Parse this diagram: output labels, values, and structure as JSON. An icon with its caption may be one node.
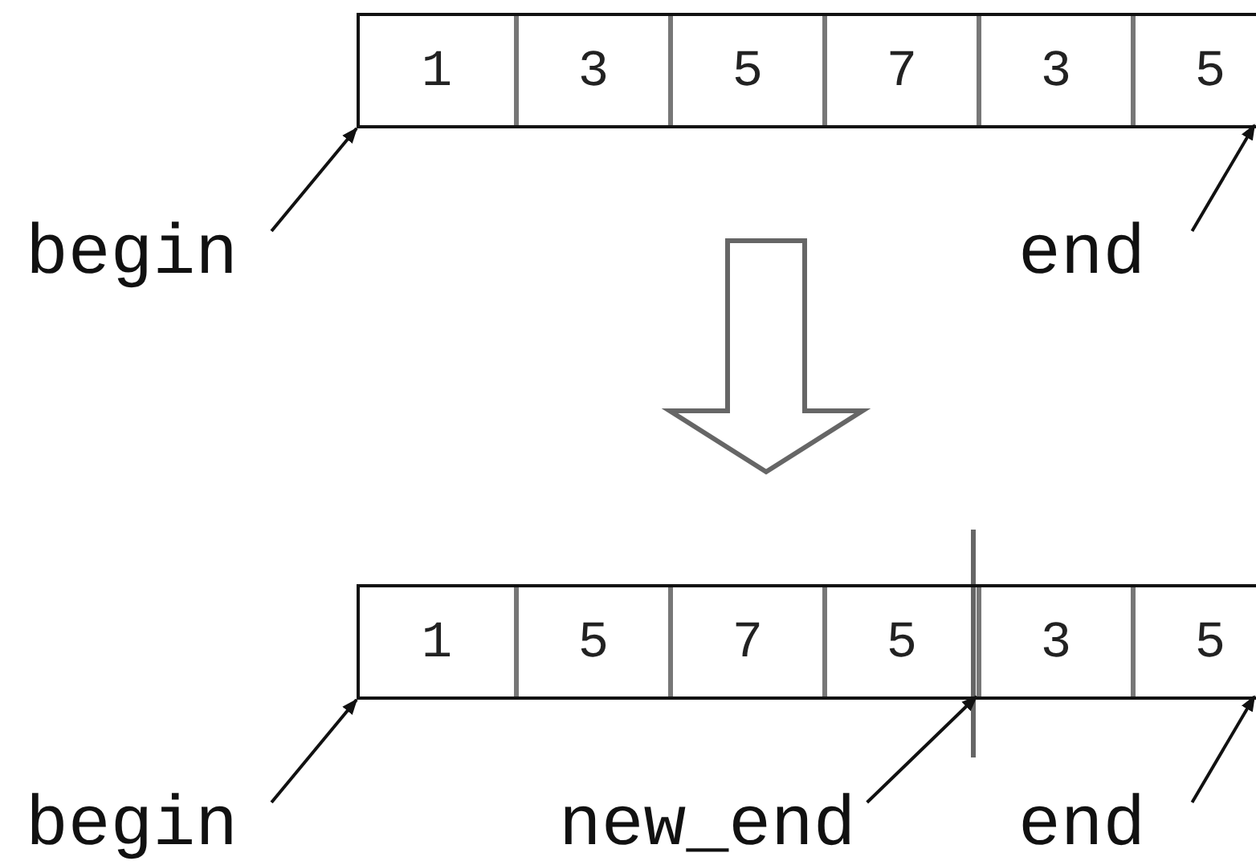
{
  "diagram": {
    "nodes": [
      {
        "text": [],
        "shape": "box"
      },
      {
        "text": [
          "1"
        ],
        "in": 0
      },
      {
        "text": [
          "3"
        ],
        "in": 0
      },
      {
        "text": [
          "5"
        ],
        "in": 0
      },
      {
        "text": [
          "7"
        ],
        "in": 0
      },
      {
        "text": [
          "3"
        ],
        "in": 0
      },
      {
        "text": [
          "5"
        ],
        "in": 0
      },
      {
        "text": [],
        "shape": "box"
      },
      {
        "text": [
          "1"
        ],
        "in": 7
      },
      {
        "text": [
          "5"
        ],
        "in": 7
      },
      {
        "text": [
          "7"
        ],
        "in": 7
      },
      {
        "text": [
          "5"
        ],
        "in": 7
      },
      {
        "text": [
          "3"
        ],
        "in": 7
      },
      {
        "text": [
          "5"
        ],
        "in": 7
      },
      {
        "text": [
          "begin"
        ]
      },
      {
        "text": [
          "end"
        ]
      },
      {
        "text": [
          "begin"
        ]
      },
      {
        "text": [
          "new_end"
        ]
      },
      {
        "text": [
          "end"
        ]
      }
    ],
    "edges": [
      {
        "from": 0,
        "to": 7,
        "arrow": "to",
        "style": "thick"
      },
      {
        "from": 14,
        "to": 0,
        "arrow": "to"
      },
      {
        "from": 15,
        "to": 6,
        "arrow": "to"
      },
      {
        "from": 16,
        "to": 7,
        "arrow": "to"
      },
      {
        "from": 17,
        "to": 11,
        "arrow": "to"
      },
      {
        "from": 18,
        "to": 13,
        "arrow": "to"
      }
    ]
  }
}
